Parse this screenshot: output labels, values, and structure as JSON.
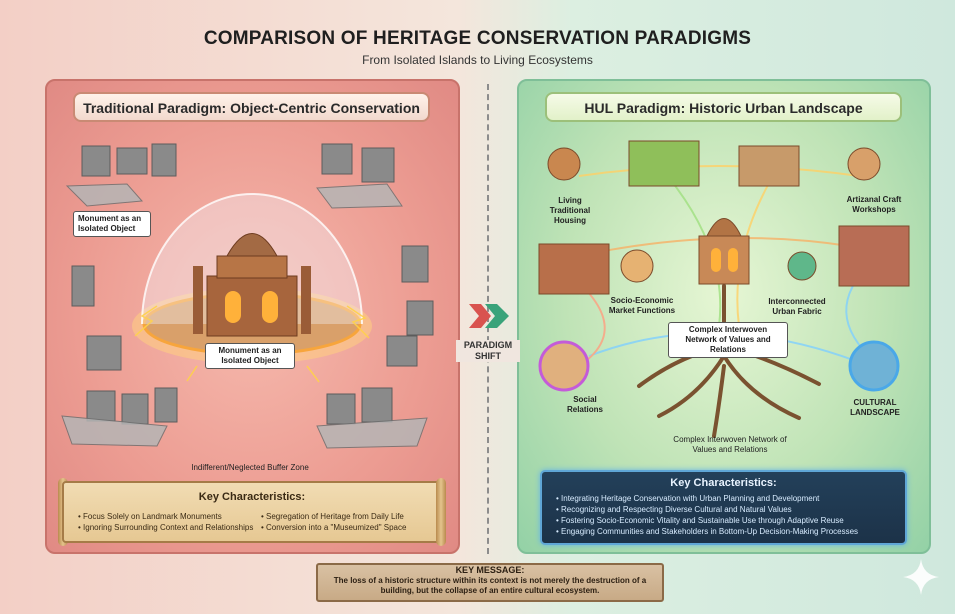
{
  "header": {
    "title": "COMPARISON OF HERITAGE CONSERVATION PARADIGMS",
    "subtitle": "From Isolated Islands to Living Ecosystems"
  },
  "left_panel": {
    "title": "Traditional Paradigm: Object-Centric Conservation",
    "label_monument_top": "Monument as an Isolated Object",
    "label_monument_bottom": "Monument as an Isolated Object",
    "label_buffer": "Indifferent/Neglected Buffer Zone",
    "key_title": "Key Characteristics:",
    "key_items": [
      "• Focus Solely on Landmark Monuments",
      "• Ignoring Surrounding Context and Relationships",
      "• Segregation of Heritage from Daily Life",
      "• Conversion into a \"Museumized\" Space"
    ]
  },
  "center": {
    "shift_label": "PARADIGM SHIFT"
  },
  "right_panel": {
    "title": "HUL Paradigm: Historic Urban Landscape",
    "labels": {
      "living_housing": "Living Traditional Housing",
      "craft_workshops": "Artizanal Craft Workshops",
      "market_functions": "Socio-Economic Market Functions",
      "urban_fabric": "Interconnected Urban Fabric",
      "network_center": "Complex Interwoven Network of Values and Relations",
      "social_relations": "Social Relations",
      "cultural_landscape": "CULTURAL LANDSCAPE",
      "network_bottom": "Complex Interwoven Network of Values and Relations"
    },
    "key_title": "Key Characteristics:",
    "key_items": [
      "• Integrating Heritage Conservation with Urban Planning and Development",
      "• Recognizing and Respecting Diverse Cultural and Natural Values",
      "• Fostering Socio-Economic Vitality and Sustainable Use through Adaptive Reuse",
      "• Engaging Communities and Stakeholders in Bottom-Up Decision-Making Processes"
    ]
  },
  "key_message": {
    "title": "KEY MESSAGE:",
    "text": "The loss of a historic structure within its context is not merely the destruction of a building, but the collapse of an entire cultural ecosystem."
  },
  "colors": {
    "left_panel_bg": "#ec9c92",
    "right_panel_bg": "#bfe3b6",
    "arrow_red": "#d9534f",
    "arrow_green": "#3aa37a",
    "glow_orange": "#ffb347",
    "digital_panel_bg": "#23405a"
  },
  "icons": [
    "paradigm-shift-arrow-icon",
    "sparkle-icon",
    "dome-icon",
    "tree-roots-icon"
  ]
}
